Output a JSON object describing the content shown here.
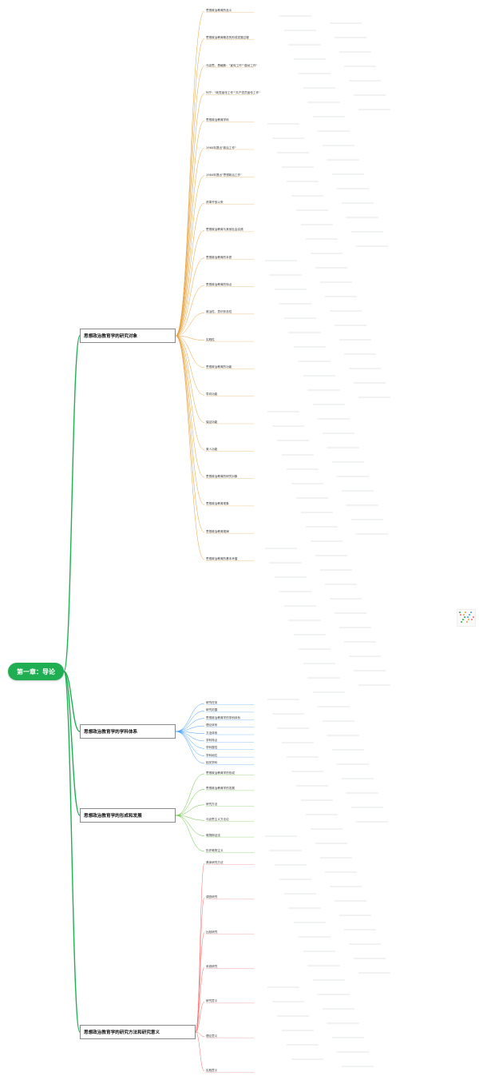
{
  "root": {
    "label": "第一章：导论"
  },
  "branches": [
    {
      "label": "思想政治教育学的研究对象"
    },
    {
      "label": "思想政治教育学的学科体系"
    },
    {
      "label": "思想政治教育学的形成和发展"
    },
    {
      "label": "思想政治教育学的研究方法和研究意义"
    }
  ],
  "leaves": [
    "思想政治教育的含义",
    "思想政治教育概念的形成发展过程",
    "马克思、恩格斯：\"宣传工作\"\"鼓动工作\"",
    "列宁：\"政党宣传工作\"\"共产党员宣传工作\"",
    "思想政治教育学科",
    "1960年提出\"政治工作\"",
    "1984年提出\"思想政治工作\"",
    "改革开放以来",
    "思想政治教育与其他社会实践",
    "思想政治教育的本质",
    "思想政治教育的特点",
    "政治性、意识形态性",
    "实践性",
    "思想政治教育的功能",
    "导向功能",
    "保证功能",
    "育人功能",
    "思想政治教育的研究对象",
    "思想政治教育现象",
    "思想政治教育规律",
    "思想政治教育的基本矛盾",
    "研究任务",
    "研究范围",
    "思想政治教育学的学科体系",
    "理论体系",
    "方法体系",
    "学科特点",
    "学科属性",
    "学科地位",
    "相关学科",
    "思想政治教育学的形成",
    "思想政治教育学的发展",
    "研究方法",
    "马克思主义方法论",
    "唯物辩证法",
    "历史唯物主义",
    "具体研究方法",
    "调查研究",
    "比较研究",
    "系统研究",
    "研究意义",
    "理论意义",
    "实践意义"
  ]
}
